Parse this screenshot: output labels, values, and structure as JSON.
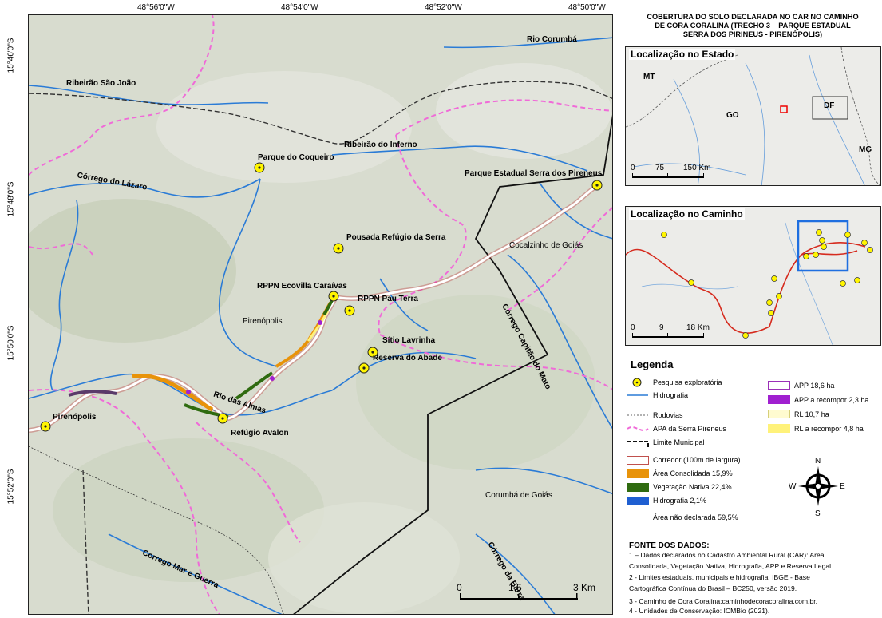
{
  "title_lines": [
    "COBERTURA DO SOLO DECLARADA NO CAR NO CAMINHO",
    "DE CORA CORALINA (TRECHO 3 – PARQUE ESTADUAL",
    "SERRA DOS PIRINEUS - PIRENÓPOLIS)"
  ],
  "coords": {
    "top": [
      "48°56'0\"W",
      "48°54'0\"W",
      "48°52'0\"W",
      "48°50'0\"W"
    ],
    "left": [
      "15°46'0\"S",
      "15°48'0\"S",
      "15°50'0\"S",
      "15°52'0\"S"
    ]
  },
  "map": {
    "rivers": [
      "Rio Corumbá",
      "Ribeirão São João",
      "Ribeirão do Inferno",
      "Córrego do Lázaro",
      "Rio das Almas",
      "Córrego Capitão do Mato",
      "Córrego Mar e Guerra",
      "Córrego da Barra"
    ],
    "points": [
      "Parque do Coqueiro",
      "Parque Estadual Serra dos Pireneus",
      "Pousada Refúgio da Serra",
      "RPPN Ecovilla Caraívas",
      "RPPN Pau Terra",
      "Sítio Lavrinha",
      "Reserva do Abade",
      "Pirenópolis",
      "Refúgio Avalon"
    ],
    "places": [
      "Cocalzinho de Goiás",
      "Pirenópolis",
      "Corumbá de Goiás"
    ],
    "scale_labels": [
      "0",
      "1,5",
      "3 Km"
    ]
  },
  "inset_state": {
    "title": "Localização no Estado",
    "labels": [
      "MT",
      "GO",
      "DF",
      "MG"
    ],
    "scale_labels": [
      "0",
      "75",
      "150 Km"
    ]
  },
  "inset_route": {
    "title": "Localização no Caminho",
    "scale_labels": [
      "0",
      "9",
      "18 Km"
    ]
  },
  "legend": {
    "title": "Legenda",
    "left_items": [
      "Pesquisa exploratória",
      "Hidrografia",
      "Rodovias",
      "APA da Serra Pireneus",
      "Limite Municipal",
      "Corredor (100m de largura)",
      "Área Consolidada 15,9%",
      "Vegetação Nativa 22,4%",
      "Hidrografia 2,1%",
      "Área não declarada 59,5%"
    ],
    "right_items": [
      "APP 18,6 ha",
      "APP a recompor 2,3 ha",
      "RL 10,7 ha",
      "RL a recompor 4,8 ha"
    ],
    "compass": [
      "N",
      "S",
      "E",
      "W"
    ],
    "colors": {
      "consolidada": "#e8930a",
      "nativa": "#2f6b10",
      "hidrografia": "#1f5fd1",
      "app": "#9b2fb7",
      "app_recompor": "#a020d0",
      "rl": "#fffbd0",
      "rl_recompor": "#fff27a",
      "apa": "#f06ad8",
      "corredor": "#c0504d",
      "river": "#2a7bd6"
    }
  },
  "sources": {
    "title": "FONTE DOS DADOS:",
    "lines": [
      "1 – Dados declarados no Cadastro Ambiental Rural (CAR): Area",
      "Consolidada, Vegetação Nativa, Hidrografia, APP e Reserva Legal.",
      "2 - Limites estaduais, municipais e hidrografia: IBGE -  Base",
      "Cartográfica Contínua  do Brasil – BC250, versão 2019.",
      "3 - Caminho de Cora Coralina:caminhodecoracoralina.com.br.",
      "4 - Unidades de Conservação: ICMBio (2021)."
    ]
  }
}
